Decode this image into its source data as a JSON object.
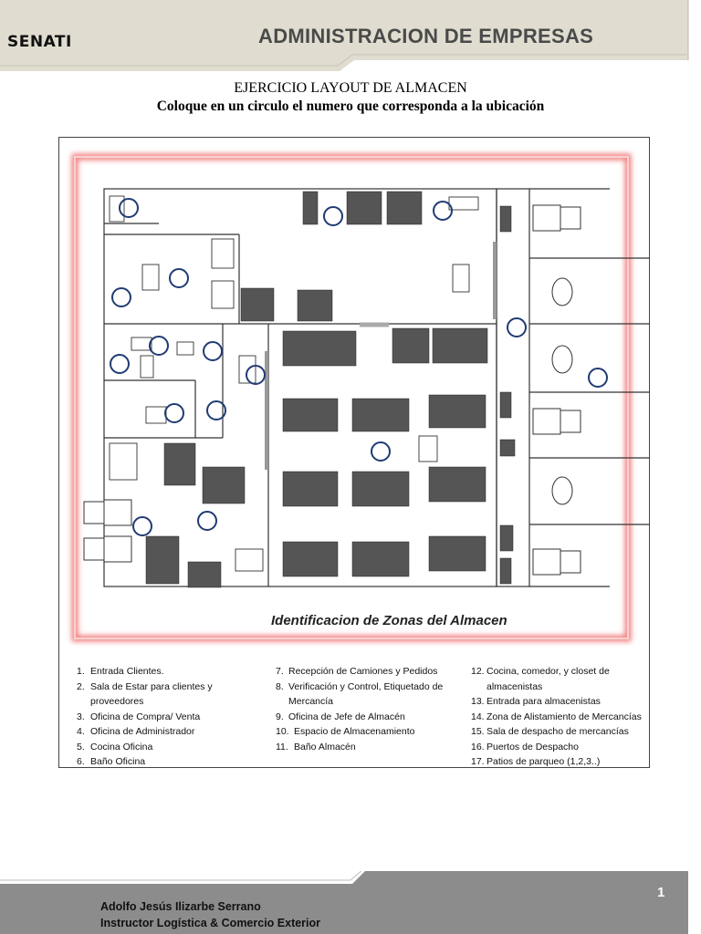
{
  "header": {
    "logo": "SENATI",
    "title": "ADMINISTRACION DE EMPRESAS"
  },
  "document": {
    "title": "EJERCICIO LAYOUT DE ALMACEN",
    "subtitle": "Coloque en un circulo el numero que corresponda a la ubicación"
  },
  "figure": {
    "caption": "Identificacion de Zonas del Almacen"
  },
  "legend": {
    "col1": [
      {
        "num": "1.",
        "text": "Entrada Clientes."
      },
      {
        "num": "2.",
        "text": "Sala de Estar para clientes y proveedores"
      },
      {
        "num": "3.",
        "text": "Oficina de Compra/ Venta"
      },
      {
        "num": "4.",
        "text": "Oficina de Administrador"
      },
      {
        "num": "5.",
        "text": "Cocina Oficina"
      },
      {
        "num": "6.",
        "text": "Baño Oficina"
      }
    ],
    "col2": [
      {
        "num": "7.",
        "text": "Recepción de Camiones y Pedidos"
      },
      {
        "num": "8.",
        "text": "Verificación y Control, Etiquetado de Mercancía"
      },
      {
        "num": "9.",
        "text": "Oficina de Jefe de Almacén"
      },
      {
        "num": "10.",
        "text": "Espacio de Almacenamiento"
      },
      {
        "num": "11.",
        "text": "Baño Almacén"
      }
    ],
    "col3": [
      {
        "num": "12.",
        "text": "Cocina, comedor, y closet de almacenistas"
      },
      {
        "num": "13.",
        "text": "Entrada para almacenistas"
      },
      {
        "num": "14.",
        "text": "Zona de Alistamiento de Mercancías"
      },
      {
        "num": "15.",
        "text": "Sala de despacho de mercancías"
      },
      {
        "num": "16.",
        "text": "Puertos de Despacho"
      },
      {
        "num": "17.",
        "text": "Patios de parqueo (1,2,3..)"
      }
    ]
  },
  "footer": {
    "author": "Adolfo Jesús Ilizarbe Serrano",
    "role": "Instructor Logística & Comercio Exterior",
    "page": "1"
  },
  "colors": {
    "header_bg": "#e0ddd0",
    "footer_bg": "#8c8c8c",
    "frame_glow": "#f08080",
    "circle": "#1f3b73"
  }
}
